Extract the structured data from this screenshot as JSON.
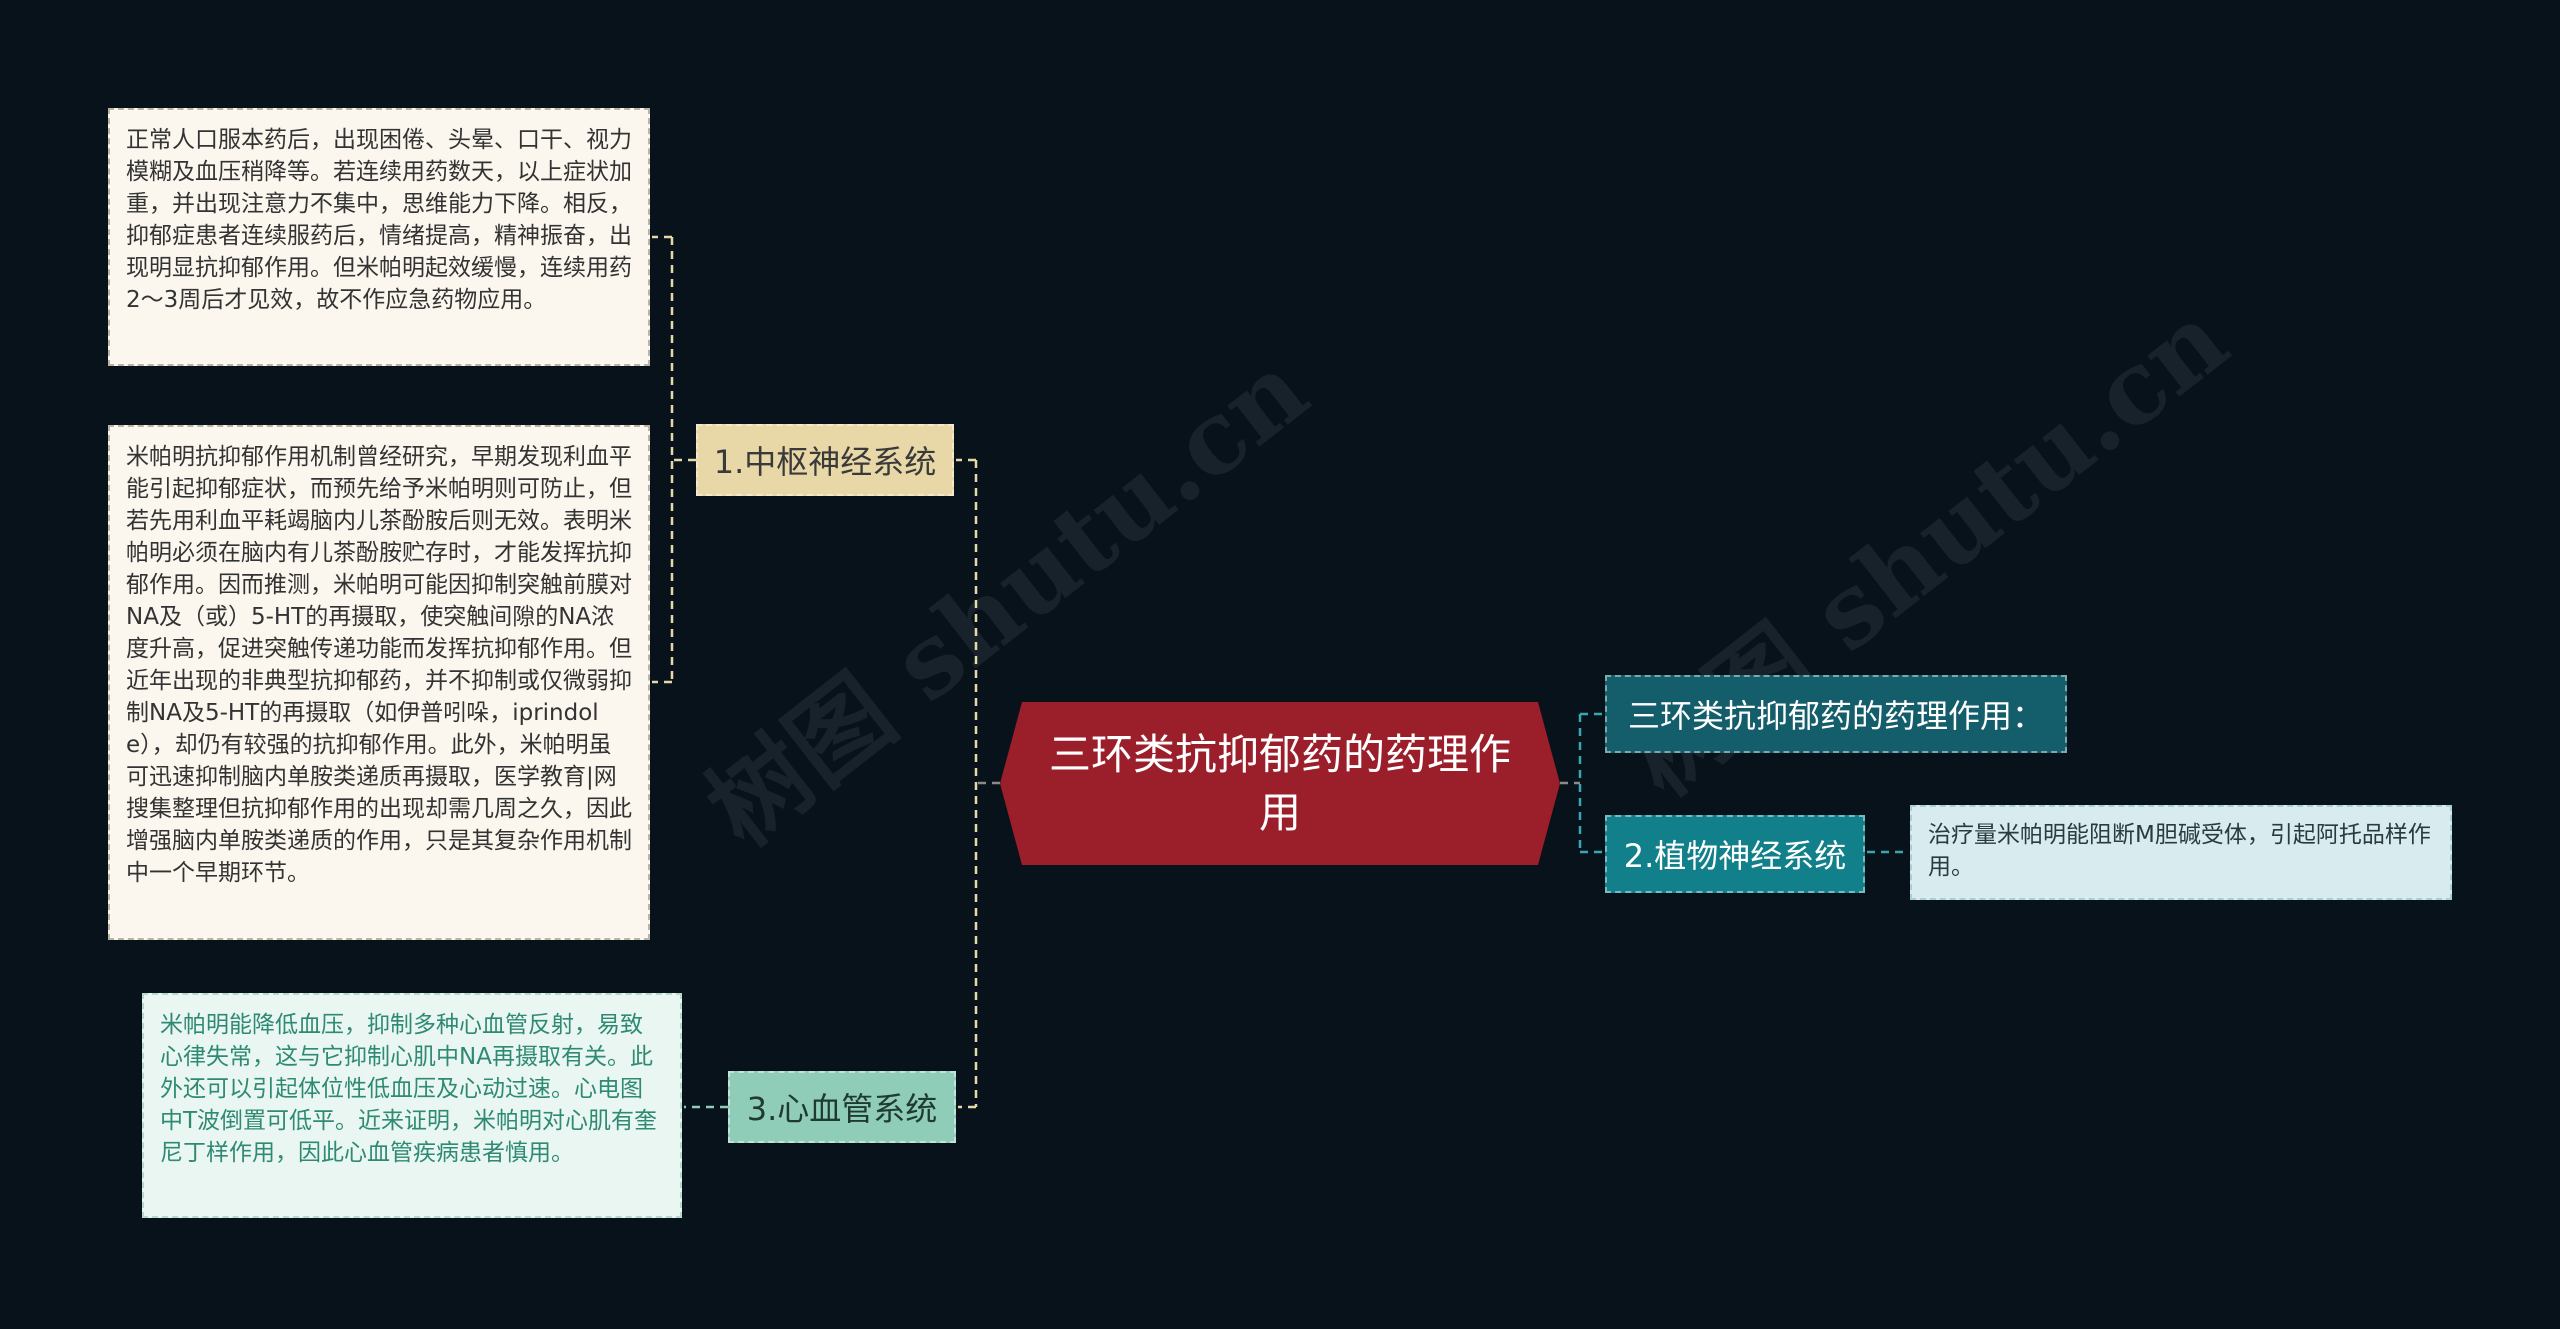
{
  "central_topic": "三环类抗抑郁药的药理作用",
  "branches": {
    "cns": {
      "label": "1.中枢神经系统",
      "notes": [
        "正常人口服本药后，出现困倦、头晕、口干、视力模糊及血压稍降等。若连续用药数天，以上症状加重，并出现注意力不集中，思维能力下降。相反，抑郁症患者连续服药后，情绪提高，精神振奋，出现明显抗抑郁作用。但米帕明起效缓慢，连续用药2～3周后才见效，故不作应急药物应用。",
        "米帕明抗抑郁作用机制曾经研究，早期发现利血平能引起抑郁症状，而预先给予米帕明则可防止，但若先用利血平耗竭脑内儿茶酚胺后则无效。表明米帕明必须在脑内有儿茶酚胺贮存时，才能发挥抗抑郁作用。因而推测，米帕明可能因抑制突触前膜对NA及（或）5-HT的再摄取，使突触间隙的NA浓度升高，促进突触传递功能而发挥抗抑郁作用。但近年出现的非典型抗抑郁药，并不抑制或仅微弱抑制NA及5-HT的再摄取（如伊普吲哚，iprindole），却仍有较强的抗抑郁作用。此外，米帕明虽可迅速抑制脑内单胺类递质再摄取，医学教育|网搜集整理但抗抑郁作用的出现却需几周之久，因此增强脑内单胺类递质的作用，只是其复杂作用机制中一个早期环节。"
      ]
    },
    "cvs": {
      "label": "3.心血管系统",
      "notes": [
        "米帕明能降低血压，抑制多种心血管反射，易致心律失常，这与它抑制心肌中NA再摄取有关。此外还可以引起体位性低血压及心动过速。心电图中T波倒置可低平。近来证明，米帕明对心肌有奎尼丁样作用，因此心血管疾病患者慎用。"
      ]
    },
    "intro": {
      "label": "三环类抗抑郁药的药理作用："
    },
    "autonomic": {
      "label": "2.植物神经系统",
      "notes": [
        "治疗量米帕明能阻断M胆碱受体，引起阿托品样作用。"
      ]
    }
  },
  "watermark": [
    "树图 shutu.cn",
    "树图 shutu.cn"
  ],
  "colors": {
    "background": "#07121a",
    "central": "#9b1f2b",
    "cns_branch": "#e8d8a8",
    "cvs_branch": "#8fcdb8",
    "intro_branch": "#145d6a",
    "autonomic_branch": "#11808a",
    "connector_left": "#e8d8a8",
    "connector_right": "#3aa7b0"
  }
}
